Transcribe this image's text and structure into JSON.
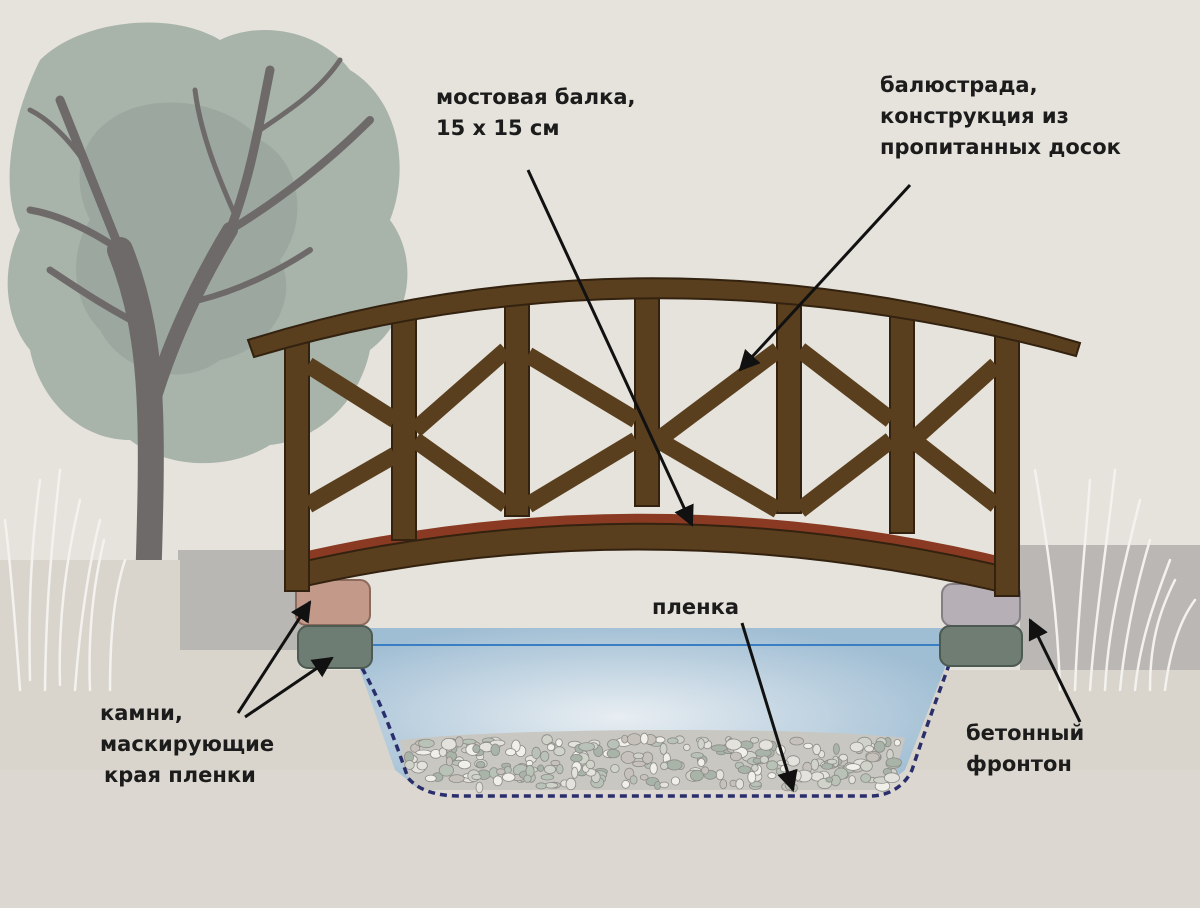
{
  "labels": {
    "beam": [
      "мостовая балка,",
      "15 x 15 см"
    ],
    "balustrade": [
      "балюстрада,",
      "конструкция из",
      "пропитанных досок"
    ],
    "film": [
      "пленка"
    ],
    "stones": [
      "камни,",
      "маскирующие",
      "края пленки"
    ],
    "pediment": [
      "бетонный",
      "фронтон"
    ]
  },
  "colors": {
    "wood": "#5a3f1e",
    "wood_dark": "#3e2a12",
    "deck_red": "#8a3a22",
    "water": "#a9c4d8",
    "foliage": "#a4b1a6",
    "trunk": "#6e6868",
    "ground": "#d6d2ca",
    "stone_pink": "#c09686",
    "stone_green": "#6c7c72",
    "stone_grey": "#b4aeb4",
    "concrete": "#b8b6b3"
  }
}
